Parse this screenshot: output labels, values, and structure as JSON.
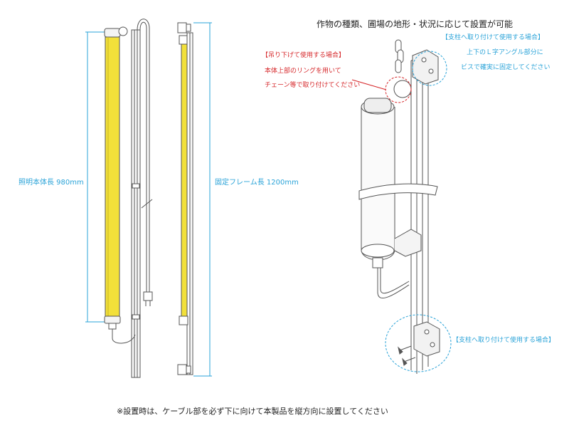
{
  "labels": {
    "body_length": "照明本体長 980mm",
    "frame_length": "固定フレーム長 1200mm",
    "headline": "作物の種類、圃場の地形・状況に応じて設置が可能",
    "hang": {
      "title": "【吊り下げて使用する場合】",
      "line1": "本体上部のリングを用いて",
      "line2": "チェーン等で取り付けてください"
    },
    "post_top": {
      "title": "【支柱へ取り付けて使用する場合】",
      "line1": "上下のＬ字アングル部分に",
      "line2": "ビスで確実に固定してください"
    },
    "post_bottom": {
      "title": "【支柱へ取り付けて使用する場合】"
    },
    "footnote": "※設置時は、ケーブル部を必ず下に向けて本製品を縦方向に設置してください"
  },
  "colors": {
    "lamp_yellow": "#f2e03a",
    "dimension_cyan": "#2aa3d8",
    "callout_red": "#d6282b",
    "line_gray": "#555555"
  }
}
